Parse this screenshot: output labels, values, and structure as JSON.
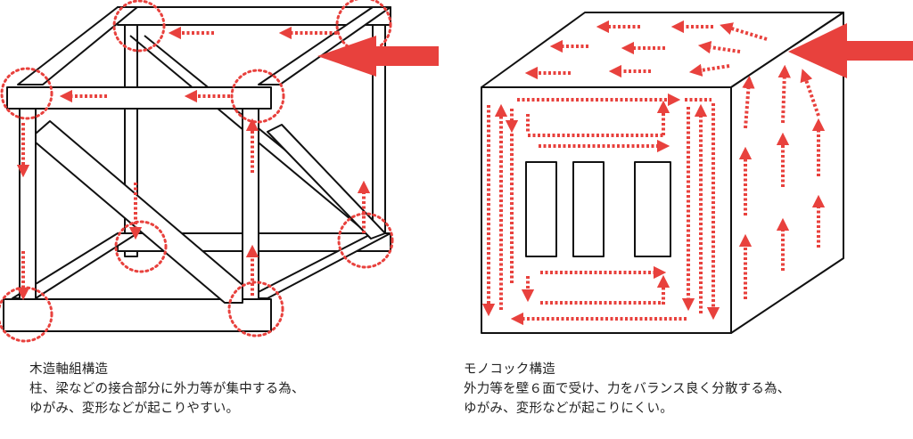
{
  "colors": {
    "accent": "#e8413d",
    "line": "#111111",
    "text": "#222222"
  },
  "left": {
    "title": "木造軸組構造",
    "desc_line1": "柱、梁などの接合部分に外力等が集中する為、",
    "desc_line2": "ゆがみ、変形などが起こりやすい。"
  },
  "right": {
    "title": "モノコック構造",
    "desc_line1": "外力等を壁６面で受け、力をバランス良く分散する為、",
    "desc_line2": "ゆがみ、変形などが起こりにくい。"
  }
}
